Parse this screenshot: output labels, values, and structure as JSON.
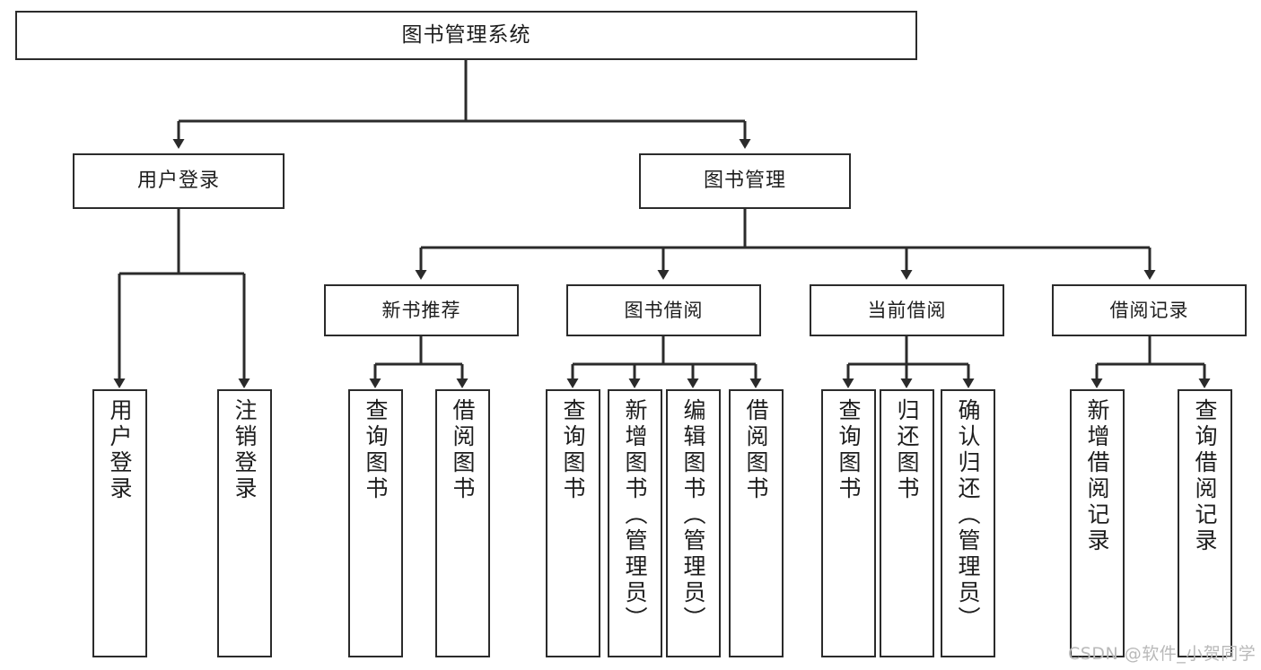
{
  "diagram": {
    "title": "图书管理系统",
    "type": "tree-hierarchy-diagram",
    "orientation": "top-down",
    "colors": {
      "box_border": "#2b2b2b",
      "box_fill": "#ffffff",
      "connector": "#2b2b2b",
      "text": "#1d1d1d",
      "watermark": "#b9b9b9",
      "background": "#ffffff"
    },
    "root": {
      "label": "图书管理系统"
    },
    "level2": [
      {
        "label": "用户登录"
      },
      {
        "label": "图书管理"
      }
    ],
    "level3": [
      {
        "label": "新书推荐"
      },
      {
        "label": "图书借阅"
      },
      {
        "label": "当前借阅"
      },
      {
        "label": "借阅记录"
      }
    ],
    "leaves": {
      "user_login": [
        {
          "label": "用户登录"
        },
        {
          "label": "注销登录"
        }
      ],
      "new_book_recommend": [
        {
          "label": "查询图书"
        },
        {
          "label": "借阅图书"
        }
      ],
      "book_borrow": [
        {
          "label": "查询图书"
        },
        {
          "label": "新增图书（管理员）"
        },
        {
          "label": "编辑图书（管理员）"
        },
        {
          "label": "借阅图书"
        }
      ],
      "current_borrow": [
        {
          "label": "查询图书"
        },
        {
          "label": "归还图书"
        },
        {
          "label": "确认归还（管理员）"
        }
      ],
      "borrow_record": [
        {
          "label": "新增借阅记录"
        },
        {
          "label": "查询借阅记录"
        }
      ]
    }
  },
  "watermark": {
    "text": "CSDN @软件_小贺同学"
  }
}
